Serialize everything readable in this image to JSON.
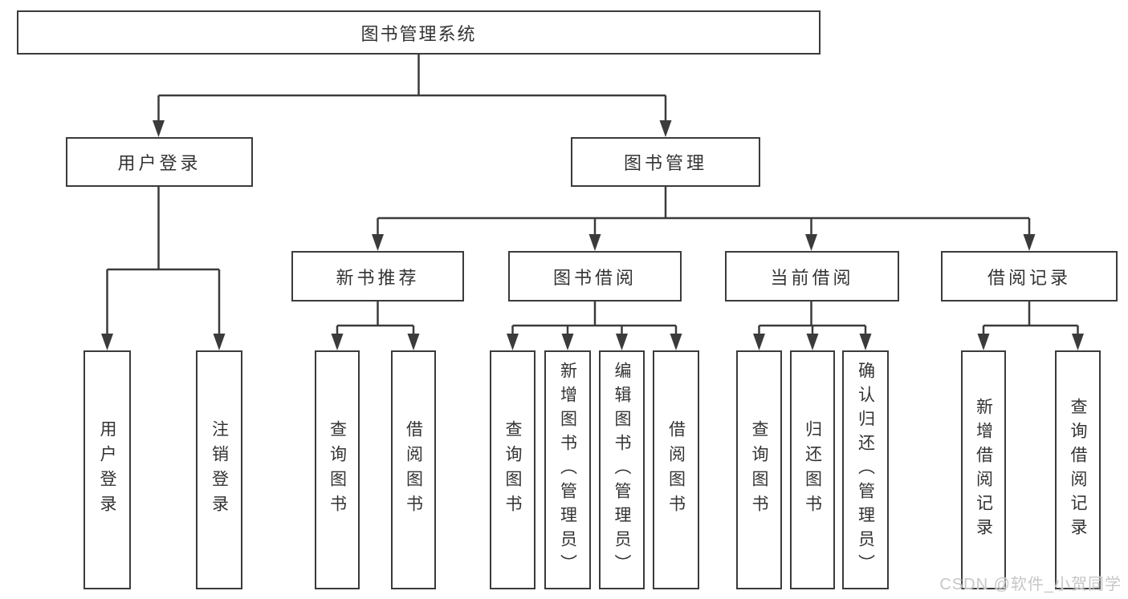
{
  "diagram_title": "图书管理系统",
  "colors": {
    "line": "#3b3b3b",
    "text": "#333333",
    "background": "#ffffff",
    "watermark": "#c7c7c7"
  },
  "watermark": {
    "text": "CSDN @软件_小贺同学"
  },
  "tree": {
    "label": "图书管理系统",
    "children": [
      {
        "label": "用户登录",
        "children": [
          {
            "label": "用户登录"
          },
          {
            "label": "注销登录"
          }
        ]
      },
      {
        "label": "图书管理",
        "children": [
          {
            "label": "新书推荐",
            "children": [
              {
                "label": "查询图书"
              },
              {
                "label": "借阅图书"
              }
            ]
          },
          {
            "label": "图书借阅",
            "children": [
              {
                "label": "查询图书"
              },
              {
                "label": "新增图书（管理员）"
              },
              {
                "label": "编辑图书（管理员）"
              },
              {
                "label": "借阅图书"
              }
            ]
          },
          {
            "label": "当前借阅",
            "children": [
              {
                "label": "查询图书"
              },
              {
                "label": "归还图书"
              },
              {
                "label": "确认归还（管理员）"
              }
            ]
          },
          {
            "label": "借阅记录",
            "children": [
              {
                "label": "新增借阅记录"
              },
              {
                "label": "查询借阅记录"
              }
            ]
          }
        ]
      }
    ]
  }
}
